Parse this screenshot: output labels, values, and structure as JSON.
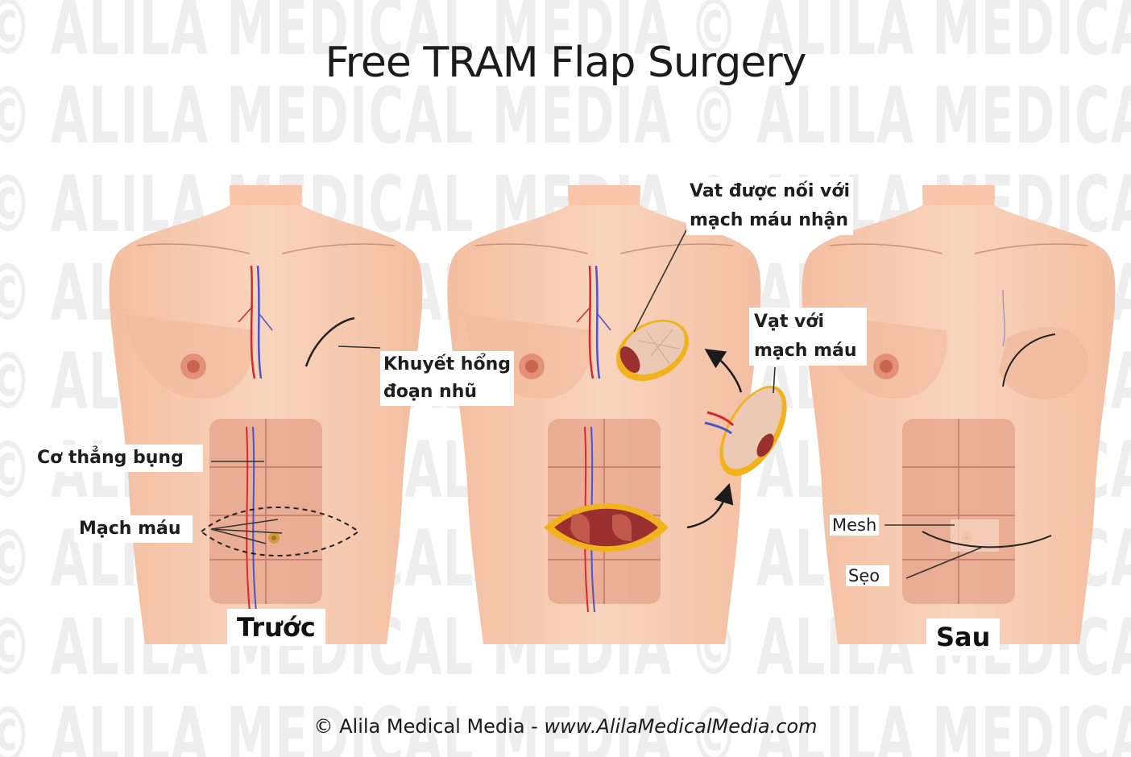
{
  "title": "Free TRAM Flap Surgery",
  "watermark": "© ALILA MEDICAL MEDIA",
  "labels": {
    "rectus": "Cơ thẳng bụng",
    "vessels": "Mạch máu",
    "defect_line1": "Khuyết hổng",
    "defect_line2": "đoạn nhũ",
    "flap_connected_line1": "Vat được nối với",
    "flap_connected_line2": "mạch máu nhận",
    "flap_vessels_line1": "Vạt với",
    "flap_vessels_line2": "mạch máu",
    "mesh": "Mesh",
    "scar": "Sẹo"
  },
  "panels": {
    "before": "Trước",
    "after": "Sau"
  },
  "footer": {
    "credit": "© Alila Medical Media - ",
    "url": "www.AlilaMedicalMedia.com"
  },
  "colors": {
    "skin": "#f6c9ad",
    "skin_shadow": "#e9ad8f",
    "muscle": "#d9907f",
    "artery": "#d8262b",
    "vein": "#4a55c8",
    "flap_rim": "#f2b21b",
    "wound": "#9a2f2f"
  }
}
